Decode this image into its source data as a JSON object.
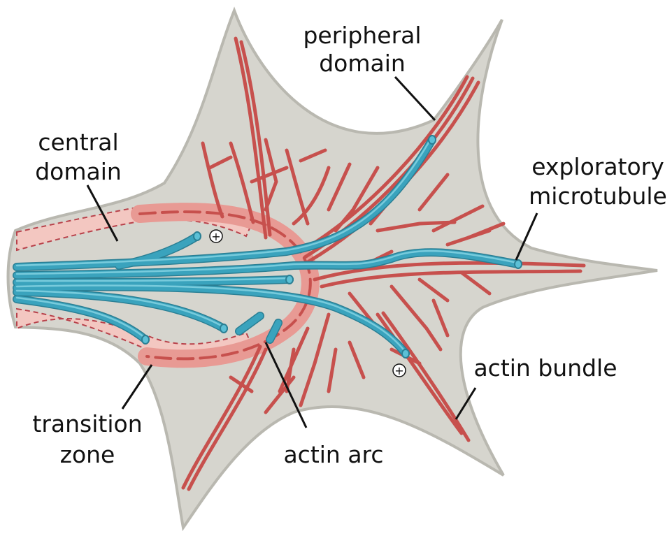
{
  "labels": {
    "peripheral_domain": [
      "peripheral",
      "domain"
    ],
    "central_domain": [
      "central",
      "domain"
    ],
    "exploratory_microtubule": [
      "exploratory",
      "microtubule"
    ],
    "transition_zone": [
      "transition",
      "zone"
    ],
    "actin_arc": "actin arc",
    "actin_bundle": "actin bundle",
    "plus_end": "+"
  },
  "colors": {
    "cell_fill": "#d6d5ce",
    "cell_stroke": "#b9b8b0",
    "actin": "#c7504d",
    "actin_arc_fill": "#e89a94",
    "transition_fill": "#f3c7c1",
    "microtubule": "#3aa3bd",
    "microtubule_highlight": "#7fd0e0",
    "leader": "#111111"
  }
}
